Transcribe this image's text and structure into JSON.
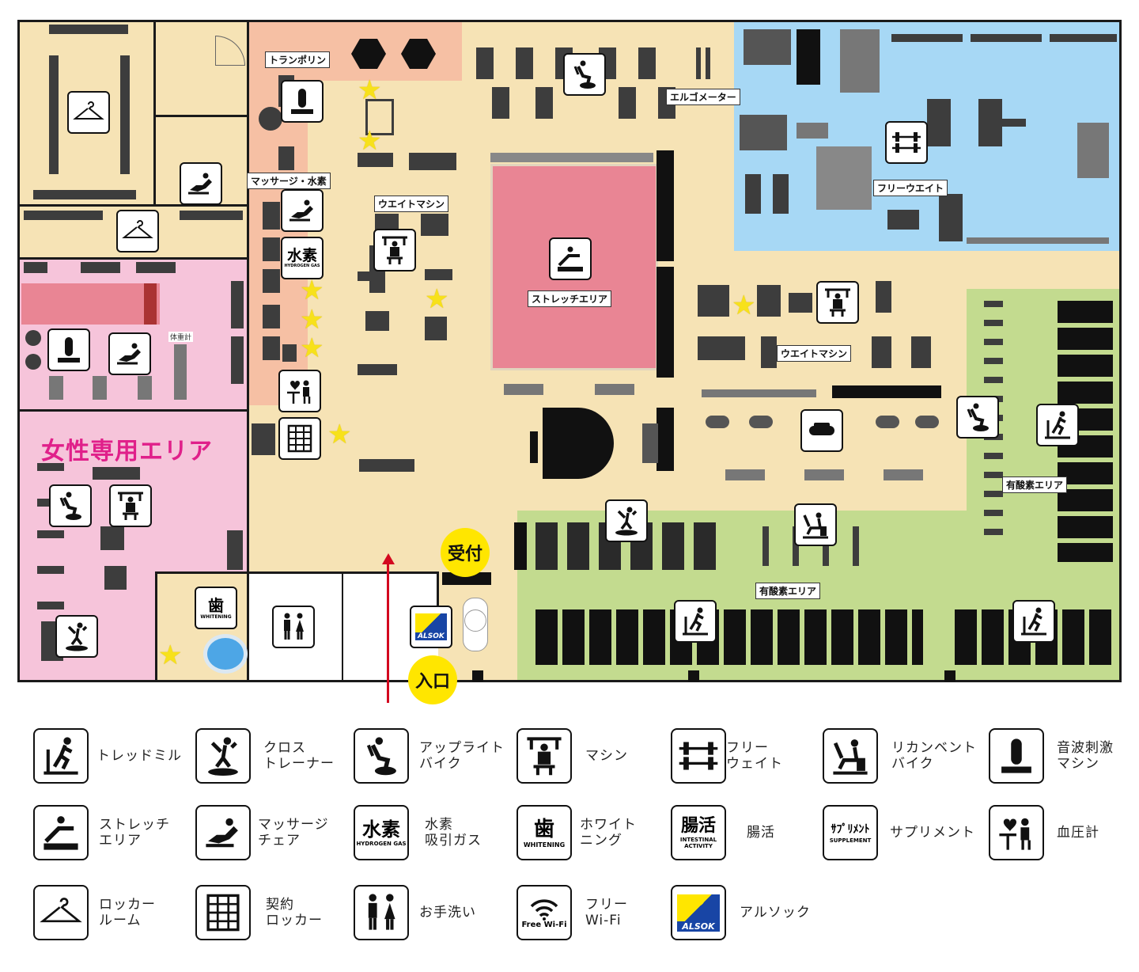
{
  "map": {
    "labels": {
      "trampoline": "トランポリン",
      "massage_hydrogen": "マッサージ・水素",
      "weight_machine_1": "ウエイトマシン",
      "weight_machine_2": "ウエイトマシン",
      "ergometer": "エルゴメーター",
      "free_weight": "フリーウエイト",
      "stretch_area": "ストレッチエリア",
      "cardio_area_1": "有酸素エリア",
      "cardio_area_2": "有酸素エリア",
      "scale": "体重計",
      "women_area": "女性専用エリア",
      "reception": "受付",
      "entrance": "入口"
    },
    "icon_text": {
      "hydrogen_big": "水素",
      "hydrogen_small": "HYDROGEN GAS",
      "whitening_big": "歯",
      "whitening_small": "WHITENING",
      "alsok": "ALSOK"
    },
    "colors": {
      "main_floor": "#f6e3b5",
      "free_weight_zone": "#a7d8f5",
      "cardio_zone": "#c3db8f",
      "women_zone": "#f6c4da",
      "massage_zone": "#f6c0a4",
      "stretch_mat": "#e98594",
      "star": "#f7e11b",
      "badge": "#ffe600",
      "arrow": "#d3091f"
    }
  },
  "legend": [
    {
      "icon": "treadmill-icon",
      "label": "トレッドミル"
    },
    {
      "icon": "cross-trainer-icon",
      "label": "クロス\nトレーナー"
    },
    {
      "icon": "upright-bike-icon",
      "label": "アップライト\nバイク"
    },
    {
      "icon": "machine-icon",
      "label": "マシン"
    },
    {
      "icon": "free-weight-icon",
      "label": "フリー\nウェイト"
    },
    {
      "icon": "recumbent-bike-icon",
      "label": "リカンベント\nバイク"
    },
    {
      "icon": "sonic-machine-icon",
      "label": "音波刺激\nマシン"
    },
    {
      "icon": "stretch-area-icon",
      "label": "ストレッチ\nエリア"
    },
    {
      "icon": "massage-chair-icon",
      "label": "マッサージ\nチェア"
    },
    {
      "icon": "hydrogen-icon",
      "label": "水素\n吸引ガス",
      "big": "水素",
      "small": "HYDROGEN GAS"
    },
    {
      "icon": "whitening-icon",
      "label": "ホワイト\nニング",
      "big": "歯",
      "small": "WHITENING"
    },
    {
      "icon": "intestinal-icon",
      "label": "腸活",
      "big": "腸活",
      "small": "INTESTINAL\nACTIVITY"
    },
    {
      "icon": "supplement-icon",
      "label": "サプリメント",
      "big": "ｻﾌﾟﾘﾒﾝﾄ",
      "small": "SUPPLEMENT"
    },
    {
      "icon": "blood-pressure-icon",
      "label": "血圧計"
    },
    {
      "icon": "locker-room-icon",
      "label": "ロッカー\nルーム"
    },
    {
      "icon": "contract-locker-icon",
      "label": "契約\nロッカー"
    },
    {
      "icon": "restroom-icon",
      "label": "お手洗い"
    },
    {
      "icon": "wifi-icon",
      "label": "フリー\nWi-Fi",
      "small": "Free Wi-Fi"
    },
    {
      "icon": "alsok-icon",
      "label": "アルソック",
      "small": "ALSOK"
    }
  ]
}
